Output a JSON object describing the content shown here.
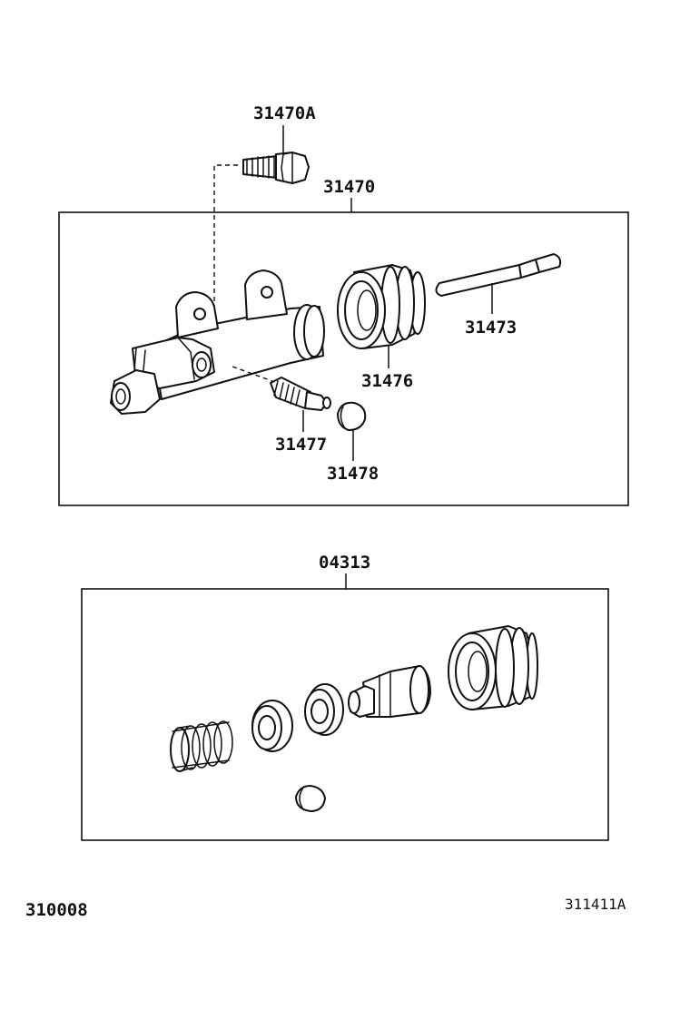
{
  "labels": {
    "bolt": "31470A",
    "cylinder_assy": "31470",
    "push_rod": "31473",
    "boot": "31476",
    "bleeder_plug": "31477",
    "bleeder_cap": "31478",
    "repair_kit": "04313"
  },
  "footer": {
    "left_code": "310008",
    "right_code": "311411A"
  }
}
